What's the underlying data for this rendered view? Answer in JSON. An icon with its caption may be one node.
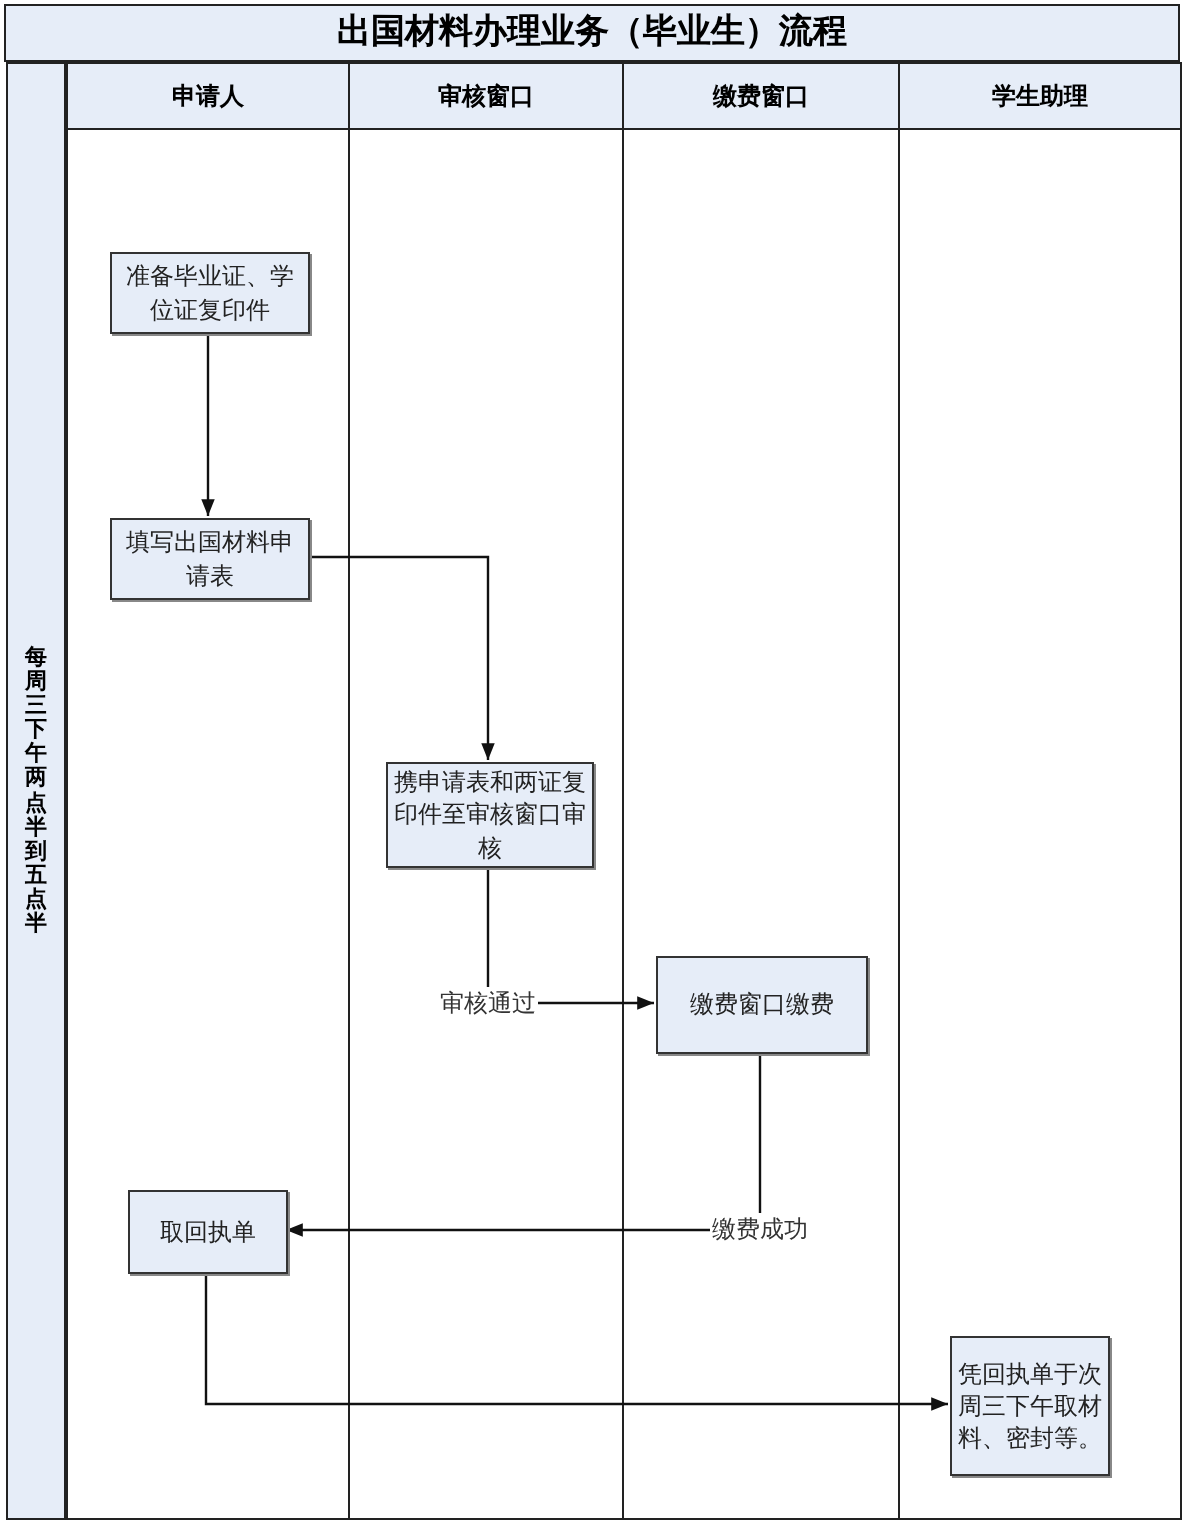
{
  "diagram": {
    "title": "出国材料办理业务（毕业生）流程",
    "nodes": [
      {
        "text": [
          "申请人"
        ]
      },
      {
        "text": [
          "审核窗口"
        ]
      },
      {
        "text": [
          "缴费窗口"
        ]
      },
      {
        "text": [
          "学生助理"
        ]
      },
      {
        "text": [
          "每周三下午两点半到五点半"
        ]
      },
      {
        "text": [
          "准备毕业证、学位证复印件"
        ],
        "in": 0
      },
      {
        "text": [
          "填写出国材料申请表"
        ],
        "in": 0
      },
      {
        "text": [
          "携申请表和两证复印件至审核窗口审核"
        ],
        "in": 1
      },
      {
        "text": [
          "缴费窗口缴费"
        ],
        "in": 2
      },
      {
        "text": [
          "取回执单"
        ],
        "in": 0
      },
      {
        "text": [
          "凭回执单于次周三下午取材料、密封等。"
        ],
        "in": 3
      }
    ],
    "edges": [
      {
        "from": 5,
        "to": 6,
        "arrow": "to"
      },
      {
        "from": 6,
        "to": 7,
        "arrow": "to"
      },
      {
        "from": 7,
        "to": 8,
        "arrow": "to",
        "label": "审核通过"
      },
      {
        "from": 8,
        "to": 9,
        "arrow": "to",
        "label": "缴费成功"
      },
      {
        "from": 9,
        "to": 10,
        "arrow": "to"
      }
    ]
  }
}
